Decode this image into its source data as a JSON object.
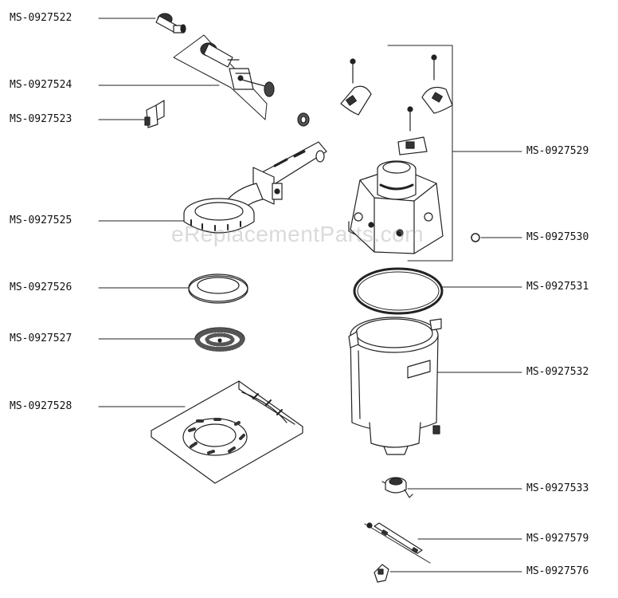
{
  "watermark": "eReplacementParts.com",
  "parts": [
    {
      "id": "p22",
      "code": "MS-0927522"
    },
    {
      "id": "p24",
      "code": "MS-0927524"
    },
    {
      "id": "p23",
      "code": "MS-0927523"
    },
    {
      "id": "p25",
      "code": "MS-0927525"
    },
    {
      "id": "p26",
      "code": "MS-0927526"
    },
    {
      "id": "p27",
      "code": "MS-0927527"
    },
    {
      "id": "p28",
      "code": "MS-0927528"
    },
    {
      "id": "p29",
      "code": "MS-0927529"
    },
    {
      "id": "p30",
      "code": "MS-0927530"
    },
    {
      "id": "p31",
      "code": "MS-0927531"
    },
    {
      "id": "p32",
      "code": "MS-0927532"
    },
    {
      "id": "p33",
      "code": "MS-0927533"
    },
    {
      "id": "p79",
      "code": "MS-0927579"
    },
    {
      "id": "p76",
      "code": "MS-0927576"
    }
  ]
}
